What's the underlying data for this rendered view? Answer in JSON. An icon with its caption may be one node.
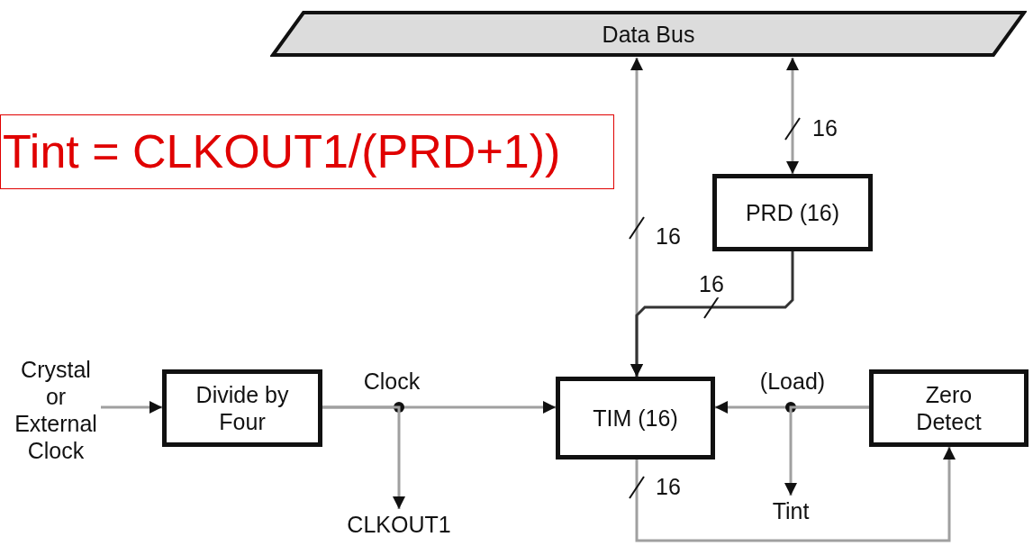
{
  "diagram": {
    "nodes": [
      {
        "text": [
          "Data Bus"
        ]
      },
      {
        "text": [
          "Tint = CLKOUT1/(PRD+1))"
        ]
      },
      {
        "text": [
          "Crystal or External Clock"
        ]
      },
      {
        "text": [
          "Divide by Four"
        ]
      },
      {
        "text": [
          "CLKOUT1"
        ]
      },
      {
        "text": [
          "TIM (16)"
        ]
      },
      {
        "text": [
          "PRD (16)"
        ]
      },
      {
        "text": [
          "Zero Detect"
        ]
      },
      {
        "text": [
          "Tint"
        ]
      }
    ],
    "edges": [
      {
        "from": 2,
        "to": 3,
        "arrow": "to"
      },
      {
        "from": 3,
        "to": 5,
        "arrow": "to",
        "label": "Clock"
      },
      {
        "from": 3,
        "to": 4,
        "arrow": "to"
      },
      {
        "from": 0,
        "to": 5,
        "arrow": "both",
        "label": "16"
      },
      {
        "from": 0,
        "to": 6,
        "arrow": "both",
        "label": "16"
      },
      {
        "from": 6,
        "to": 5,
        "arrow": "to",
        "label": "16",
        "color": "#333333"
      },
      {
        "from": 7,
        "to": 5,
        "arrow": "to",
        "label": "(Load)"
      },
      {
        "from": 7,
        "to": 8,
        "arrow": "to"
      },
      {
        "from": 5,
        "to": 7,
        "arrow": "to",
        "label": "16"
      }
    ]
  }
}
